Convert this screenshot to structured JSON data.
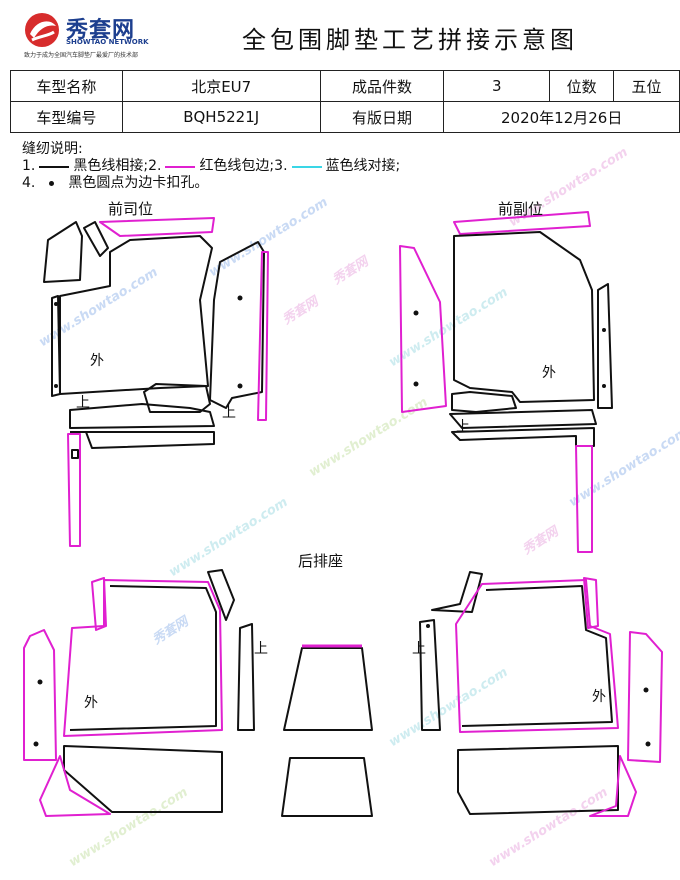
{
  "header": {
    "logo_text": "秀套网",
    "logo_sub": "SHOWTAO NETWORK",
    "logo_slogan": "致力于成为全国汽车脚垫厂最爱厂的技术部",
    "title": "全包围脚垫工艺拼接示意图"
  },
  "info_table": {
    "model_name_label": "车型名称",
    "model_name_value": "北京EU7",
    "piece_count_label": "成品件数",
    "piece_count_value": "3",
    "seat_label": "位数",
    "seat_value": "五位",
    "model_code_label": "车型编号",
    "model_code_value": "BQH5221J",
    "date_label": "有版日期",
    "date_value": "2020年12月26日"
  },
  "notes": {
    "heading": "缝纫说明:",
    "item1_num": "1.",
    "item1_text": "黑色线相接;",
    "item2_num": "2.",
    "item2_text": "红色线包边;",
    "item3_num": "3.",
    "item3_text": "蓝色线对接;",
    "item4_num": "4.",
    "item4_text": "黑色圆点为边卡扣孔。"
  },
  "colors": {
    "black_line": "#111111",
    "red_line": "#e020d0",
    "blue_line": "#3ad6e6"
  },
  "sections": {
    "driver": "前司位",
    "passenger": "前副位",
    "rear": "后排座"
  },
  "part_labels": {
    "outside": "外",
    "up": "上"
  },
  "watermark": {
    "brand": "秀套网",
    "site": "www.showtao.com"
  }
}
